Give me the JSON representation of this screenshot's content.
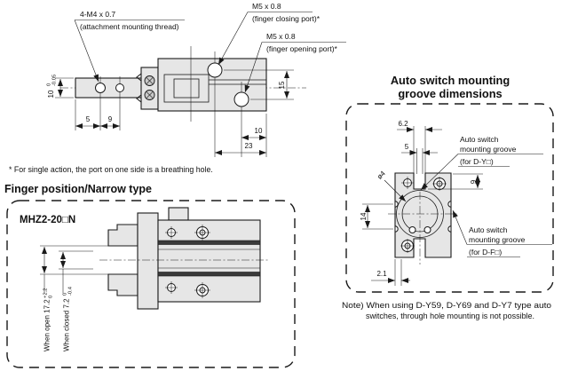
{
  "colors": {
    "body_fill": "#e6e6e6",
    "line": "#1a1a1a",
    "text": "#111111",
    "rail_fill": "#3a3a3a"
  },
  "fig_top": {
    "labels": {
      "thread1": "4-M4 x 0.7",
      "thread2": "(attachment mounting thread)",
      "close1": "M5 x 0.8",
      "close2": "(finger closing port)*",
      "open1": "M5 x 0.8",
      "open2": "(finger opening port)*"
    },
    "dims": {
      "height": "10",
      "height_tol_up": "0",
      "height_tol_low": "-0.05",
      "w5": "5",
      "w9": "9",
      "h15": "15",
      "w10": "10",
      "w23": "23"
    },
    "footnote": "* For single action, the port on one side is a breathing hole."
  },
  "finger_section": {
    "heading": "Finger position/Narrow type",
    "model": "MHZ2-20□N",
    "open_label": "When open 17.2",
    "open_tol_up": "+2.2",
    "open_tol_low": "0",
    "closed_label": "When closed 7.2",
    "closed_tol_up": "0",
    "closed_tol_low": "-0.4"
  },
  "switch_section": {
    "title1": "Auto switch mounting",
    "title2": "groove dimensions",
    "dims": {
      "w62": "6.2",
      "w5": "5",
      "d9": "9",
      "h14": "14",
      "w21": "2.1",
      "dia4": "ø4"
    },
    "groove_y": {
      "l1": "Auto switch",
      "l2": "mounting groove",
      "l3": "(for D-Y□)"
    },
    "groove_f": {
      "l1": "Auto switch",
      "l2": "mounting groove",
      "l3": "(for D-F□)"
    },
    "note1": "Note) When using  D-Y59,  D-Y69  and  D-Y7  type  auto",
    "note2": "switches, through hole mounting is not possible."
  }
}
